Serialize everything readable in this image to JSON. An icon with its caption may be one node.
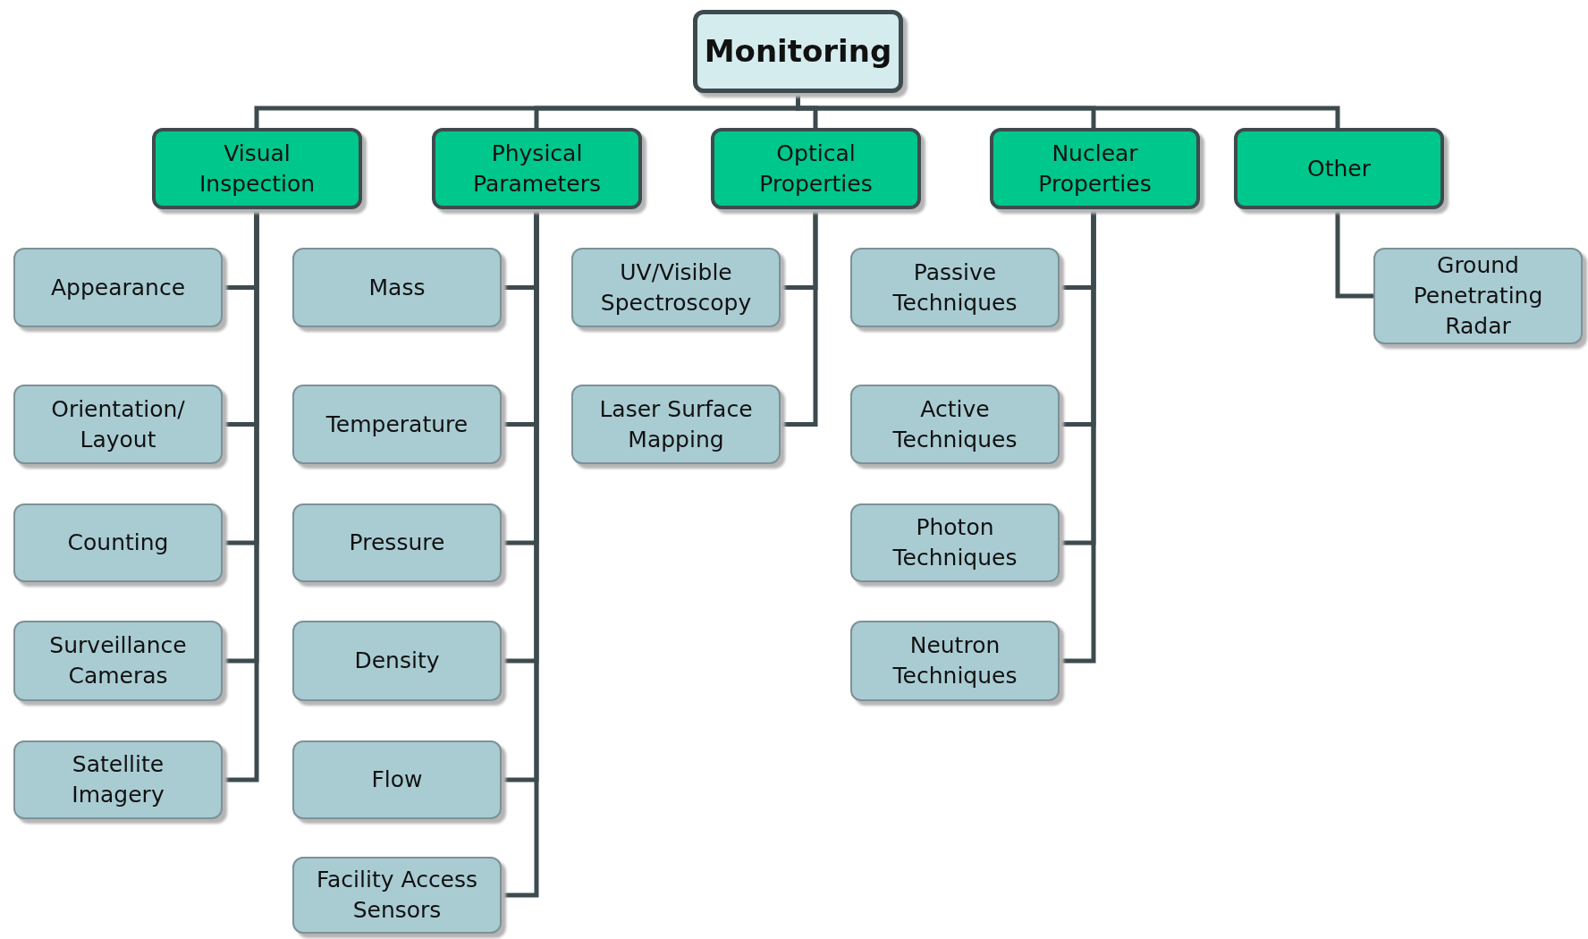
{
  "diagram": {
    "nodes": [
      {
        "text": [
          "Monitoring"
        ]
      },
      {
        "text": [
          "Visual Inspection"
        ]
      },
      {
        "text": [
          "Physical Parameters"
        ]
      },
      {
        "text": [
          "Optical Properties"
        ]
      },
      {
        "text": [
          "Nuclear Properties"
        ]
      },
      {
        "text": [
          "Other"
        ]
      },
      {
        "text": [
          "Appearance"
        ]
      },
      {
        "text": [
          "Orientation/ Layout"
        ]
      },
      {
        "text": [
          "Counting"
        ]
      },
      {
        "text": [
          "Surveillance Cameras"
        ]
      },
      {
        "text": [
          "Satellite Imagery"
        ]
      },
      {
        "text": [
          "Mass"
        ]
      },
      {
        "text": [
          "Temperature"
        ]
      },
      {
        "text": [
          "Pressure"
        ]
      },
      {
        "text": [
          "Density"
        ]
      },
      {
        "text": [
          "Flow"
        ]
      },
      {
        "text": [
          "Facility Access Sensors"
        ]
      },
      {
        "text": [
          "UV/Visible Spectroscopy"
        ]
      },
      {
        "text": [
          "Laser Surface Mapping"
        ]
      },
      {
        "text": [
          "Passive Techniques"
        ]
      },
      {
        "text": [
          "Active Techniques"
        ]
      },
      {
        "text": [
          "Photon Techniques"
        ]
      },
      {
        "text": [
          "Neutron Techniques"
        ]
      },
      {
        "text": [
          "Ground Penetrating Radar"
        ]
      }
    ],
    "edges": [
      {
        "from": 0,
        "to": 1,
        "arrow": "none"
      },
      {
        "from": 0,
        "to": 2,
        "arrow": "none"
      },
      {
        "from": 0,
        "to": 3,
        "arrow": "none"
      },
      {
        "from": 0,
        "to": 4,
        "arrow": "none"
      },
      {
        "from": 0,
        "to": 5,
        "arrow": "none"
      },
      {
        "from": 1,
        "to": 6,
        "arrow": "none"
      },
      {
        "from": 1,
        "to": 7,
        "arrow": "none"
      },
      {
        "from": 1,
        "to": 8,
        "arrow": "none"
      },
      {
        "from": 1,
        "to": 9,
        "arrow": "none"
      },
      {
        "from": 1,
        "to": 10,
        "arrow": "none"
      },
      {
        "from": 2,
        "to": 11,
        "arrow": "none"
      },
      {
        "from": 2,
        "to": 12,
        "arrow": "none"
      },
      {
        "from": 2,
        "to": 13,
        "arrow": "none"
      },
      {
        "from": 2,
        "to": 14,
        "arrow": "none"
      },
      {
        "from": 2,
        "to": 15,
        "arrow": "none"
      },
      {
        "from": 2,
        "to": 16,
        "arrow": "none"
      },
      {
        "from": 3,
        "to": 17,
        "arrow": "none"
      },
      {
        "from": 3,
        "to": 18,
        "arrow": "none"
      },
      {
        "from": 4,
        "to": 19,
        "arrow": "none"
      },
      {
        "from": 4,
        "to": 20,
        "arrow": "none"
      },
      {
        "from": 4,
        "to": 21,
        "arrow": "none"
      },
      {
        "from": 4,
        "to": 22,
        "arrow": "none"
      },
      {
        "from": 5,
        "to": 23,
        "arrow": "none"
      }
    ]
  }
}
